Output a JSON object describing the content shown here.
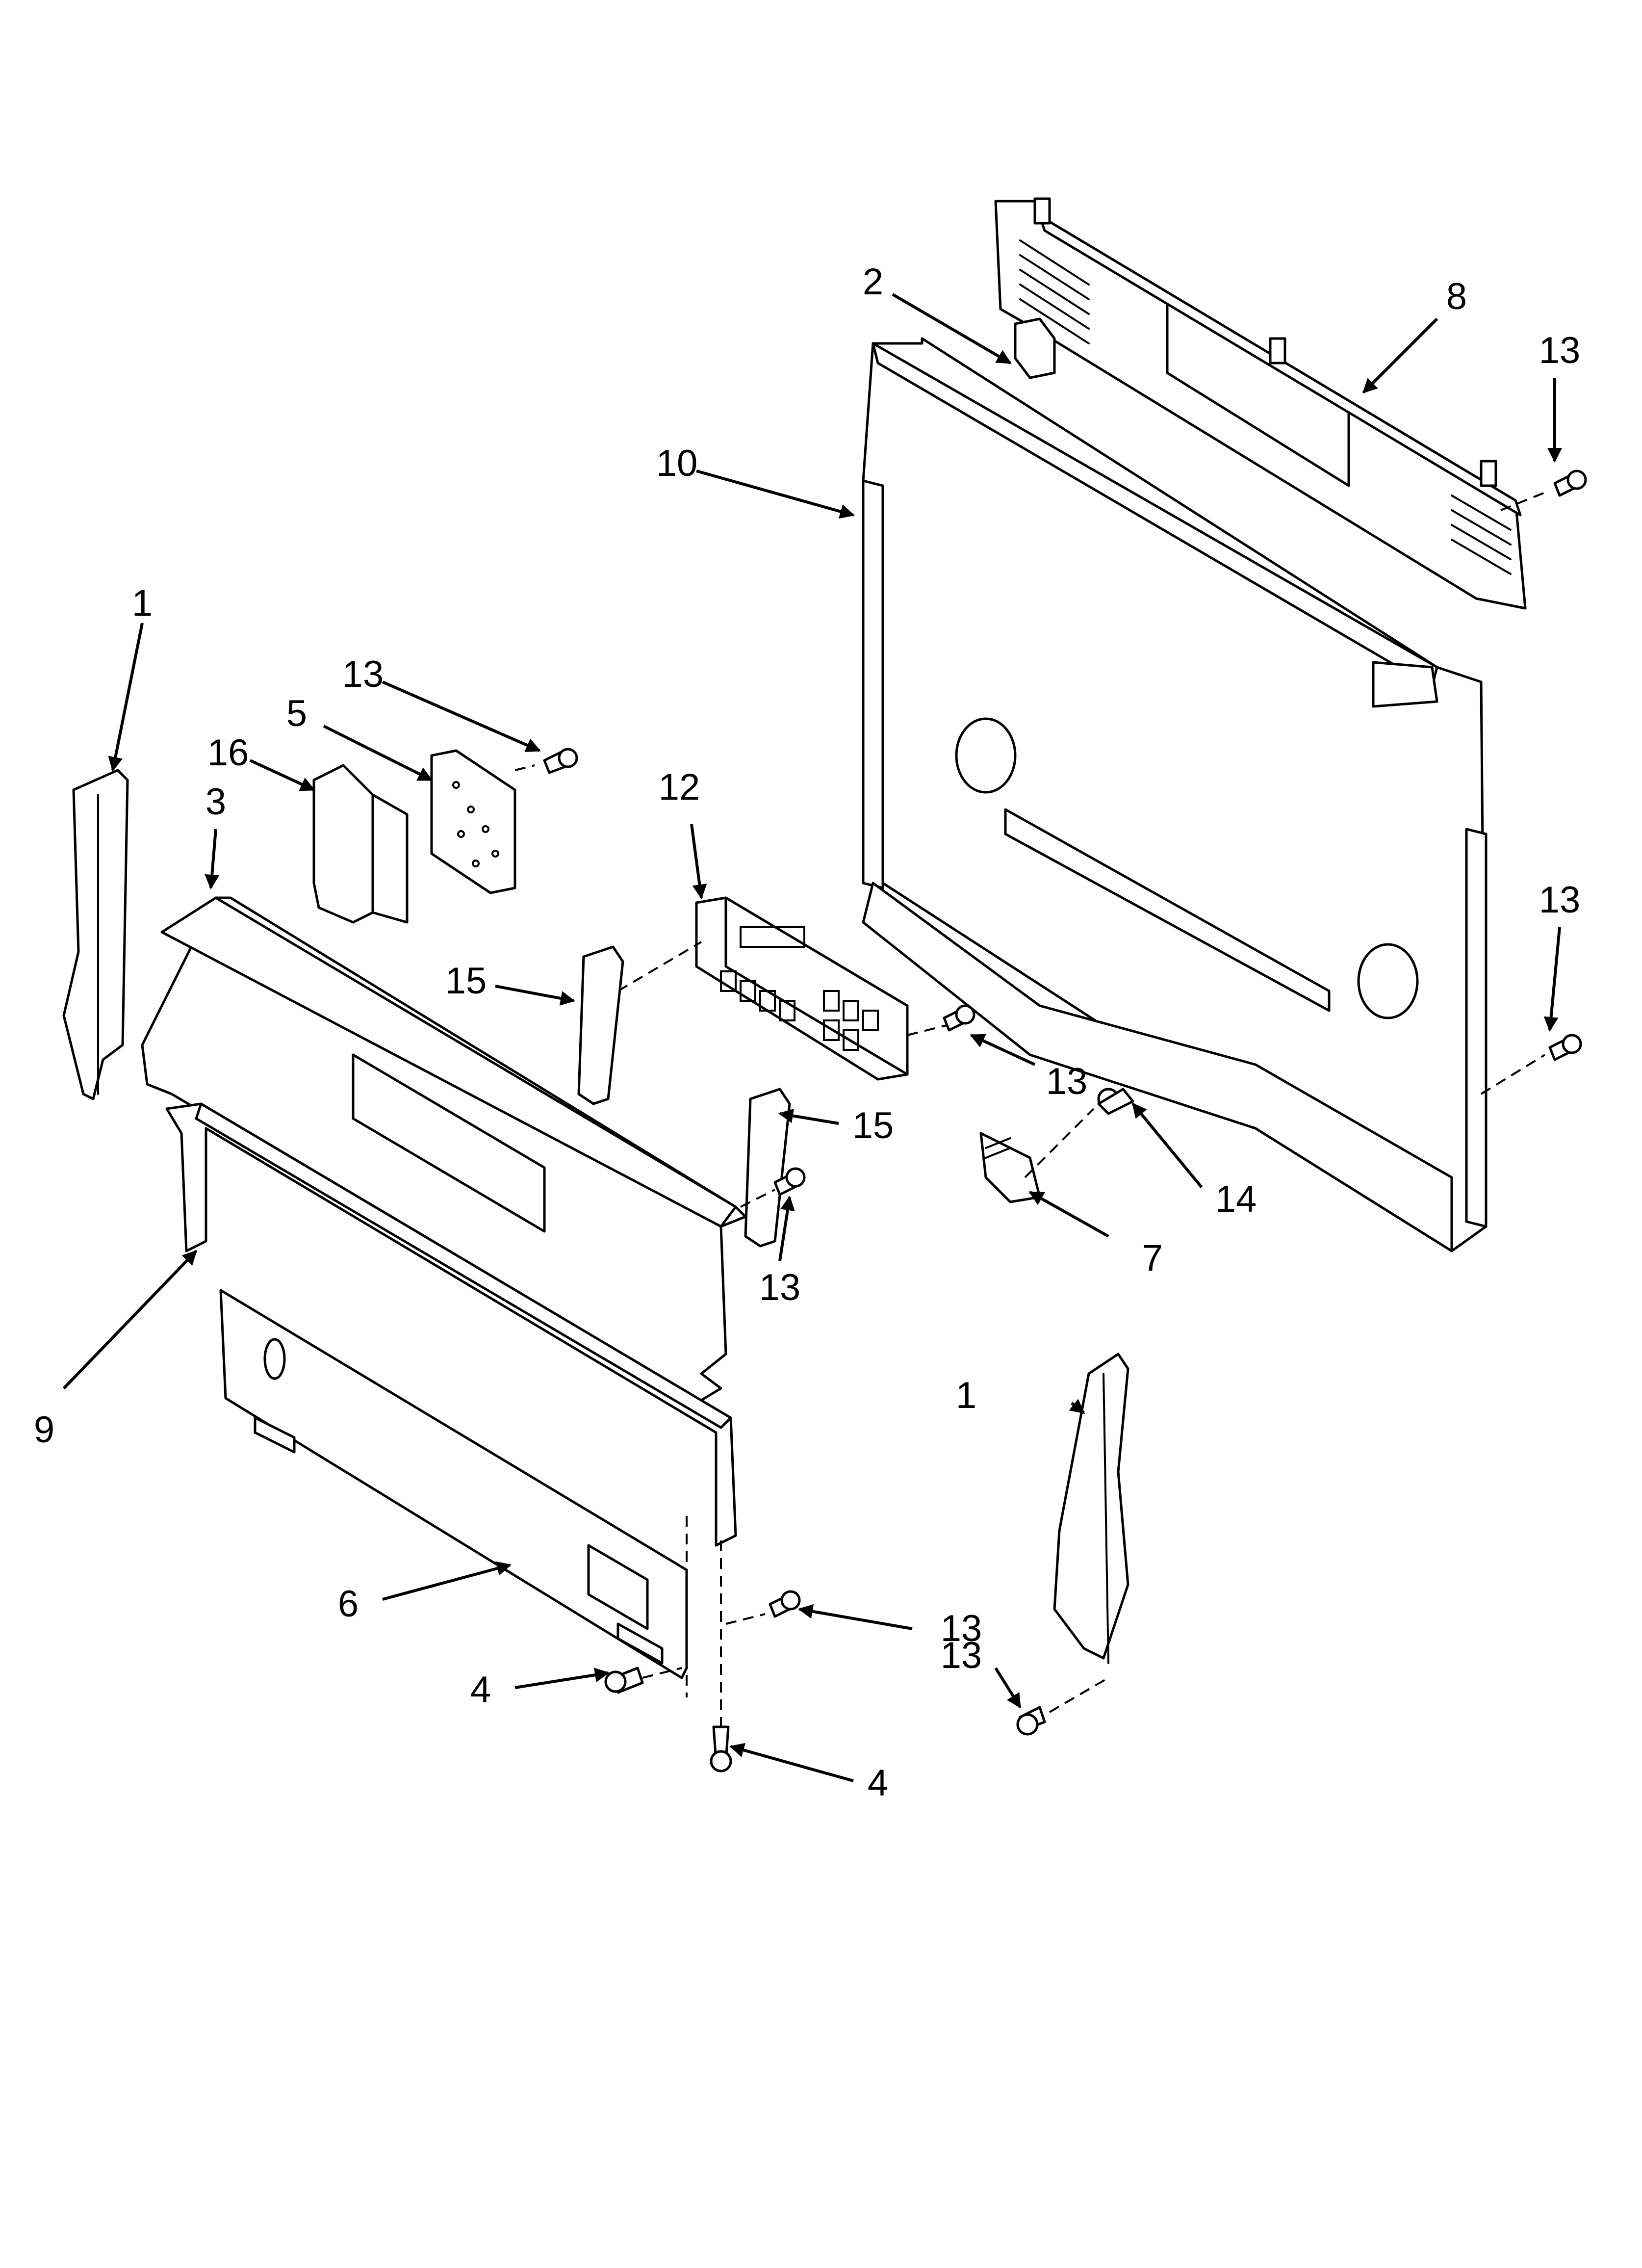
{
  "callouts": [
    {
      "id": "c1a",
      "label": "1"
    },
    {
      "id": "c1b",
      "label": "1"
    },
    {
      "id": "c2",
      "label": "2"
    },
    {
      "id": "c3",
      "label": "3"
    },
    {
      "id": "c4a",
      "label": "4"
    },
    {
      "id": "c4b",
      "label": "4"
    },
    {
      "id": "c5",
      "label": "5"
    },
    {
      "id": "c6",
      "label": "6"
    },
    {
      "id": "c7",
      "label": "7"
    },
    {
      "id": "c8",
      "label": "8"
    },
    {
      "id": "c9",
      "label": "9"
    },
    {
      "id": "c10",
      "label": "10"
    },
    {
      "id": "c12",
      "label": "12"
    },
    {
      "id": "c13a",
      "label": "13"
    },
    {
      "id": "c13b",
      "label": "13"
    },
    {
      "id": "c13c",
      "label": "13"
    },
    {
      "id": "c13d",
      "label": "13"
    },
    {
      "id": "c13e",
      "label": "13"
    },
    {
      "id": "c13f",
      "label": "13"
    },
    {
      "id": "c13g",
      "label": "13"
    },
    {
      "id": "c14",
      "label": "14"
    },
    {
      "id": "c15a",
      "label": "15"
    },
    {
      "id": "c15b",
      "label": "15"
    },
    {
      "id": "c16",
      "label": "16"
    }
  ]
}
